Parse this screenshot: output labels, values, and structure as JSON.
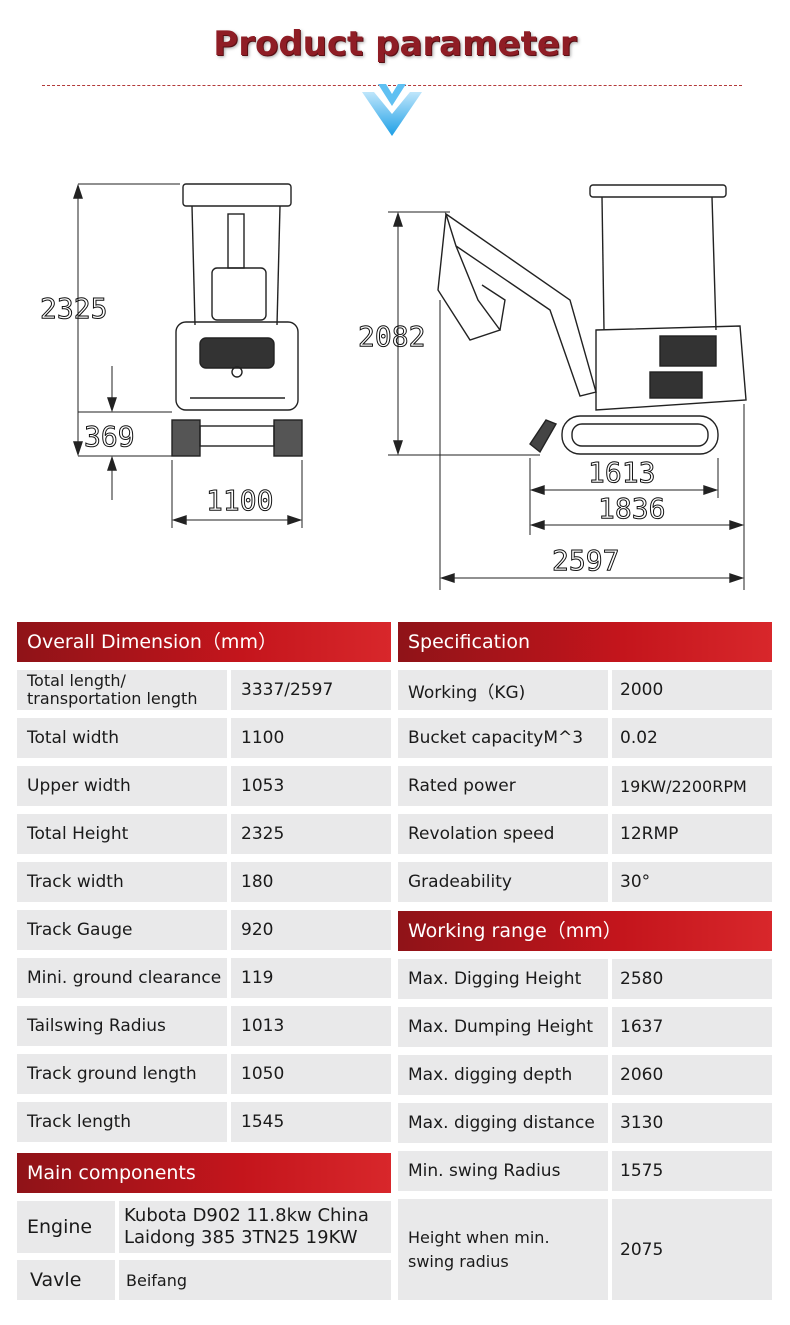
{
  "page": {
    "title": "Product parameter"
  },
  "drawing": {
    "front_height": "2325",
    "front_clearance": "369",
    "front_width": "1100",
    "side_height": "2082",
    "side_track_ground": "1613",
    "side_track_length": "1836",
    "side_total_length": "2597"
  },
  "overall": {
    "header": "Overall Dimension（mm）",
    "rows": [
      {
        "label": "Total length/\ntransportation length",
        "value": "3337/2597"
      },
      {
        "label": "Total width",
        "value": "1100"
      },
      {
        "label": "Upper width",
        "value": "1053"
      },
      {
        "label": "Total Height",
        "value": "2325"
      },
      {
        "label": "Track width",
        "value": "180"
      },
      {
        "label": "Track Gauge",
        "value": "920"
      },
      {
        "label": "Mini. ground clearance",
        "value": "119"
      },
      {
        "label": "Tailswing Radius",
        "value": "1013"
      },
      {
        "label": "Track ground length",
        "value": "1050"
      },
      {
        "label": "Track length",
        "value": "1545"
      }
    ]
  },
  "spec": {
    "header": "Specification",
    "rows": [
      {
        "label": "Working（KG)",
        "value": "2000"
      },
      {
        "label": "Bucket capacityM^3",
        "value": "0.02"
      },
      {
        "label": "Rated power",
        "value": "19KW/2200RPM"
      },
      {
        "label": "Revolation speed",
        "value": "12RMP"
      },
      {
        "label": "Gradeability",
        "value": "30°"
      }
    ]
  },
  "working": {
    "header": "Working range（mm）",
    "rows": [
      {
        "label": "Max. Digging Height",
        "value": "2580"
      },
      {
        "label": "Max. Dumping Height",
        "value": "1637"
      },
      {
        "label": "Max. digging depth",
        "value": "2060"
      },
      {
        "label": "Max. digging distance",
        "value": "3130"
      },
      {
        "label": "Min. swing Radius",
        "value": "1575"
      },
      {
        "label": "Height when min.\n swing radius",
        "value": "2075"
      }
    ]
  },
  "components": {
    "header": "Main components",
    "rows": [
      {
        "label": "Engine",
        "value": "Kubota D902 11.8kw China\nLaidong 385 3TN25 19KW"
      },
      {
        "label": "Vavle",
        "value": "Beifang"
      }
    ]
  }
}
